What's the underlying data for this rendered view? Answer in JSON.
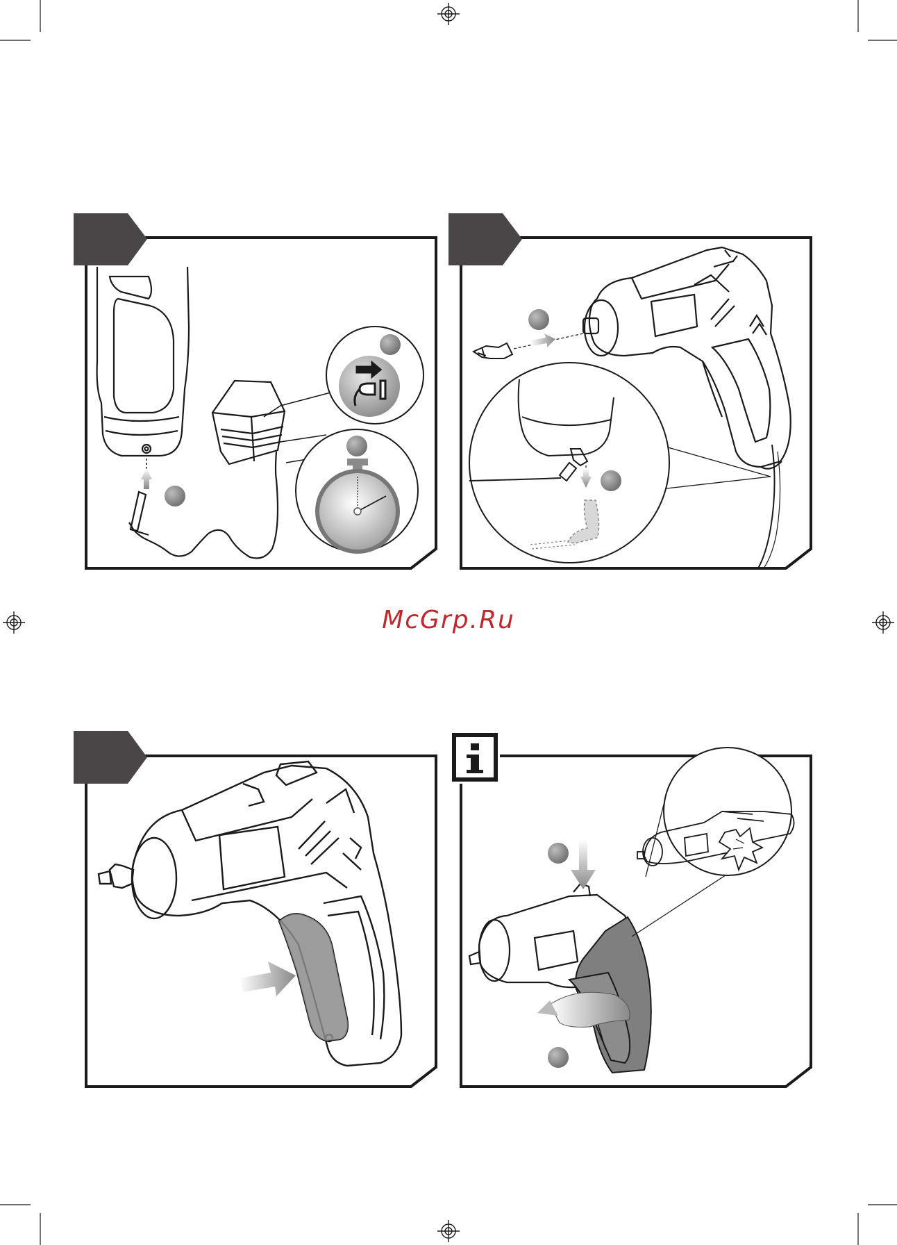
{
  "watermark": {
    "text": "McGrp.Ru",
    "color": "#c0272d"
  },
  "colors": {
    "line": "#1a1a1a",
    "tab": "#4a4647",
    "grip_gray": "#8c8c8c",
    "step_dot": "#777777",
    "arrow_gray": "#9a9a9a"
  },
  "panels": [
    {
      "id": "charging",
      "tab": "arrow",
      "icons": [
        "plug-charging-icon",
        "stopwatch-icon"
      ],
      "step_markers": 3
    },
    {
      "id": "bit-insert",
      "tab": "arrow",
      "icons": [
        "screwdriver-bit-icon"
      ],
      "step_markers": 2
    },
    {
      "id": "switch-press",
      "tab": "arrow",
      "icons": [
        "push-arrow-icon"
      ],
      "step_markers": 0
    },
    {
      "id": "info-folding",
      "tab": "info",
      "icons": [
        "info-icon",
        "rotate-arrow-icon"
      ],
      "step_markers": 2
    }
  ]
}
